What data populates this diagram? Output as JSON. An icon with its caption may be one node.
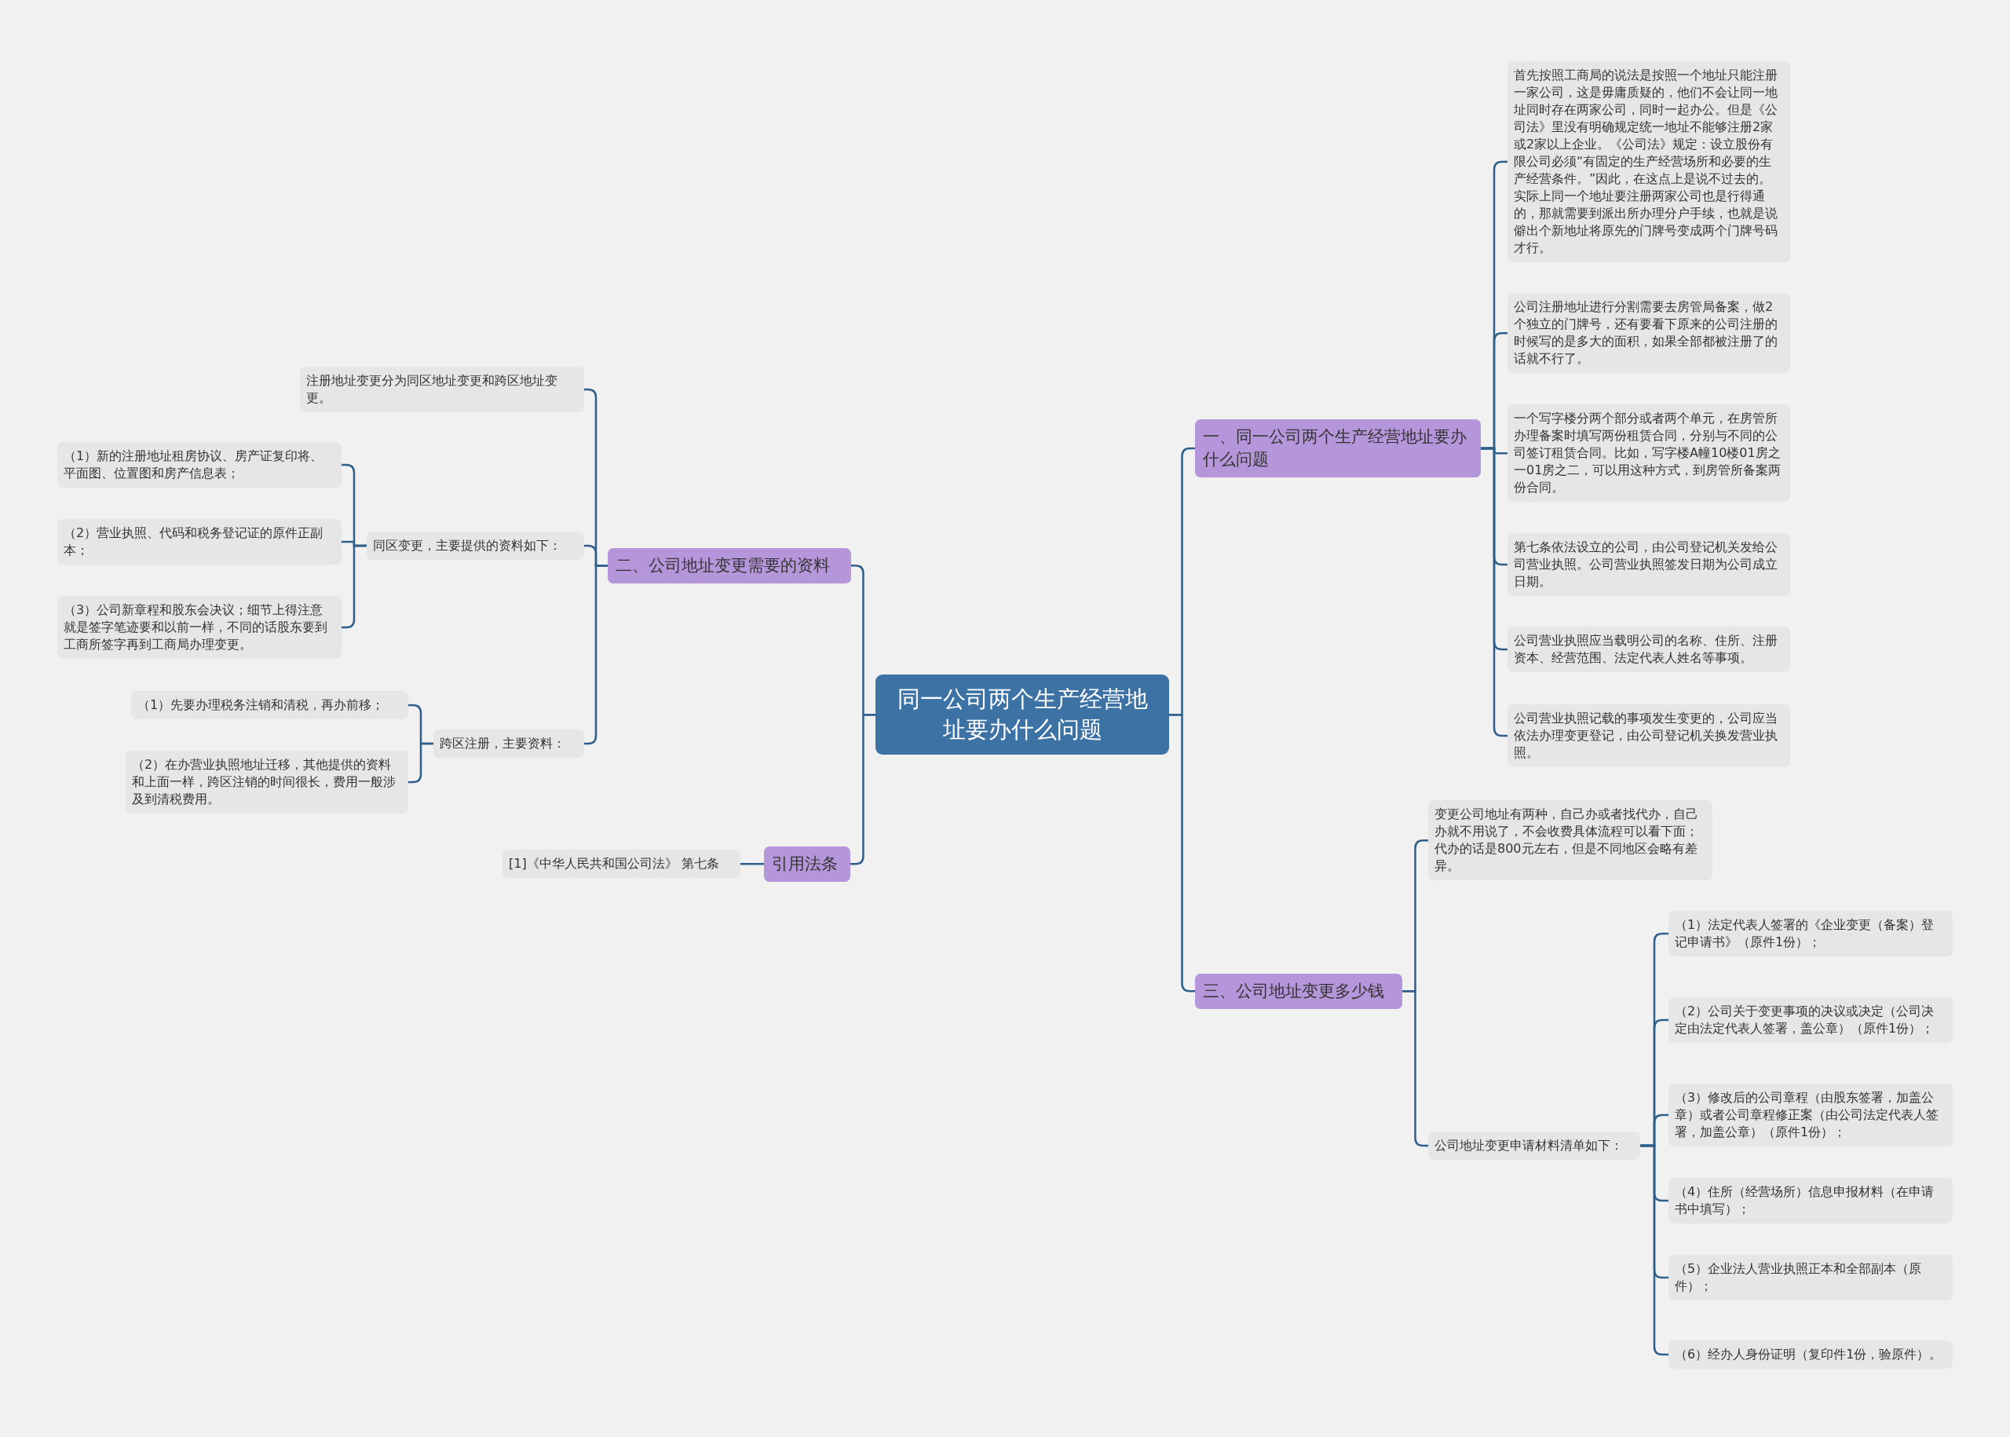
{
  "diagram": {
    "nodes": [
      {
        "text": [
          "同一公司两个生产经营地址要办什么问题"
        ]
      },
      {
        "text": [
          "一、同一公司两个生产经营地址要办什么问题"
        ]
      },
      {
        "text": [
          "首先按照工商局的说法是按照一个地址只能注册一家公司，这是毋庸质疑的，他们不会让同一地址同时存在两家公司，同时一起办公。但是《公司法》里没有明确规定统一地址不能够注册2家或2家以上企业。《公司法》规定：设立股份有限公司必须“有固定的生产经营场所和必要的生产经营条件。”因此，在这点上是说不过去的。实际上同一个地址要注册两家公司也是行得通的，那就需要到派出所办理分户手续，也就是说僻出个新地址将原先的门牌号变成两个门牌号码才行。"
        ]
      },
      {
        "text": [
          "公司注册地址进行分割需要去房管局备案，做2个独立的门牌号，还有要看下原来的公司注册的时候写的是多大的面积，如果全部都被注册了的话就不行了。"
        ]
      },
      {
        "text": [
          "一个写字楼分两个部分或者两个单元，在房管所办理备案时填写两份租赁合同，分别与不同的公司签订租赁合同。比如，写字楼A幢10楼01房之一01房之二，可以用这种方式，到房管所备案两份合同。"
        ]
      },
      {
        "text": [
          "第七条依法设立的公司，由公司登记机关发给公司营业执照。公司营业执照签发日期为公司成立日期。"
        ]
      },
      {
        "text": [
          "公司营业执照应当载明公司的名称、住所、注册资本、经营范围、法定代表人姓名等事项。"
        ]
      },
      {
        "text": [
          "公司营业执照记载的事项发生变更的，公司应当依法办理变更登记，由公司登记机关换发营业执照。"
        ]
      },
      {
        "text": [
          "三、公司地址变更多少钱"
        ]
      },
      {
        "text": [
          "变更公司地址有两种，自己办或者找代办，自己办就不用说了，不会收费具体流程可以看下面；代办的话是800元左右，但是不同地区会略有差异。"
        ]
      },
      {
        "text": [
          "公司地址变更申请材料清单如下："
        ]
      },
      {
        "text": [
          "（1）法定代表人签署的《企业变更（备案）登记申请书》（原件1份）；"
        ]
      },
      {
        "text": [
          "（2）公司关于变更事项的决议或决定（公司决定由法定代表人签署，盖公章）（原件1份）；"
        ]
      },
      {
        "text": [
          "（3）修改后的公司章程（由股东签署，加盖公章）或者公司章程修正案（由公司法定代表人签署，加盖公章）（原件1份）；"
        ]
      },
      {
        "text": [
          "（4）住所（经营场所）信息申报材料（在申请书中填写）；"
        ]
      },
      {
        "text": [
          "（5）企业法人营业执照正本和全部副本（原件）；"
        ]
      },
      {
        "text": [
          "（6）经办人身份证明（复印件1份，验原件）。"
        ]
      },
      {
        "text": [
          "二、公司地址变更需要的资料"
        ]
      },
      {
        "text": [
          "注册地址变更分为同区地址变更和跨区地址变更。"
        ]
      },
      {
        "text": [
          "同区变更，主要提供的资料如下："
        ]
      },
      {
        "text": [
          "（1）新的注册地址租房协议、房产证复印将、平面图、位置图和房产信息表；"
        ]
      },
      {
        "text": [
          "（2）营业执照、代码和税务登记证的原件正副本；"
        ]
      },
      {
        "text": [
          "（3）公司新章程和股东会决议；细节上得注意就是签字笔迹要和以前一样，不同的话股东要到工商所签字再到工商局办理变更。"
        ]
      },
      {
        "text": [
          "跨区注册，主要资料："
        ]
      },
      {
        "text": [
          "（1）先要办理税务注销和清税，再办前移；"
        ]
      },
      {
        "text": [
          "（2）在办营业执照地址迁移，其他提供的资料和上面一样，跨区注销的时间很长，费用一般涉及到清税费用。"
        ]
      },
      {
        "text": [
          "引用法条"
        ]
      },
      {
        "text": [
          "[1]《中华人民共和国公司法》 第七条"
        ]
      }
    ],
    "edges": [
      {
        "from": 0,
        "to": 1,
        "arrow": "none"
      },
      {
        "from": 1,
        "to": 2,
        "arrow": "none"
      },
      {
        "from": 1,
        "to": 3,
        "arrow": "none"
      },
      {
        "from": 1,
        "to": 4,
        "arrow": "none"
      },
      {
        "from": 1,
        "to": 5,
        "arrow": "none"
      },
      {
        "from": 1,
        "to": 6,
        "arrow": "none"
      },
      {
        "from": 1,
        "to": 7,
        "arrow": "none"
      },
      {
        "from": 0,
        "to": 8,
        "arrow": "none"
      },
      {
        "from": 8,
        "to": 9,
        "arrow": "none"
      },
      {
        "from": 8,
        "to": 10,
        "arrow": "none"
      },
      {
        "from": 10,
        "to": 11,
        "arrow": "none"
      },
      {
        "from": 10,
        "to": 12,
        "arrow": "none"
      },
      {
        "from": 10,
        "to": 13,
        "arrow": "none"
      },
      {
        "from": 10,
        "to": 14,
        "arrow": "none"
      },
      {
        "from": 10,
        "to": 15,
        "arrow": "none"
      },
      {
        "from": 10,
        "to": 16,
        "arrow": "none"
      },
      {
        "from": 0,
        "to": 17,
        "arrow": "none"
      },
      {
        "from": 17,
        "to": 18,
        "arrow": "none"
      },
      {
        "from": 17,
        "to": 19,
        "arrow": "none"
      },
      {
        "from": 19,
        "to": 20,
        "arrow": "none"
      },
      {
        "from": 19,
        "to": 21,
        "arrow": "none"
      },
      {
        "from": 19,
        "to": 22,
        "arrow": "none"
      },
      {
        "from": 17,
        "to": 23,
        "arrow": "none"
      },
      {
        "from": 23,
        "to": 24,
        "arrow": "none"
      },
      {
        "from": 23,
        "to": 25,
        "arrow": "none"
      },
      {
        "from": 0,
        "to": 26,
        "arrow": "none"
      },
      {
        "from": 26,
        "to": 27,
        "arrow": "none"
      }
    ]
  }
}
